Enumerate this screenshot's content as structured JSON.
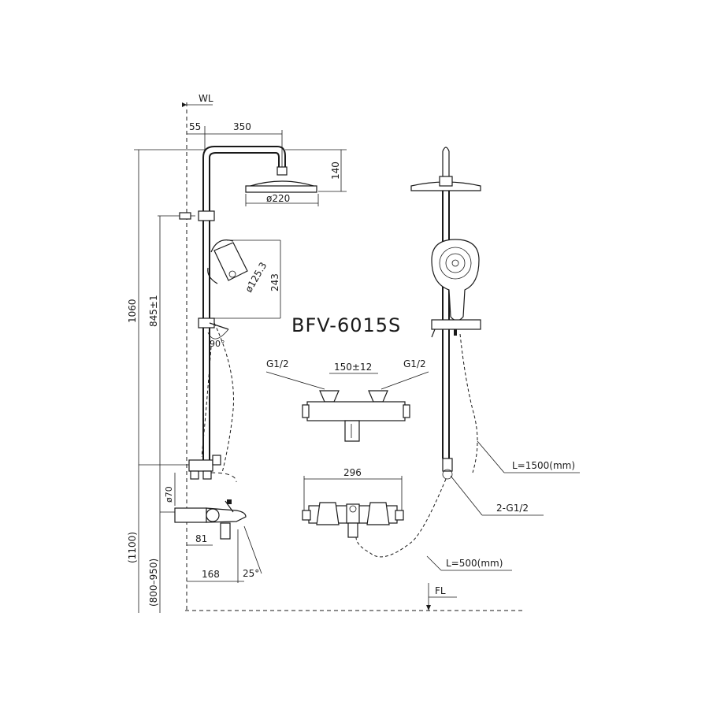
{
  "labels": {
    "wl": "WL",
    "fl": "FL",
    "model": "BFV-6015S",
    "dim_55": "55",
    "dim_350": "350",
    "dim_140": "140",
    "dim_220": "ø220",
    "dim_243": "243",
    "dim_125": "ø125.3",
    "dim_1060": "1060",
    "dim_845": "845±1",
    "dim_90deg": "90°",
    "dim_70": "ø70",
    "dim_1100": "(1100)",
    "dim_800_950": "(800–950)",
    "dim_81": "81",
    "dim_168": "168",
    "dim_25deg": "25°",
    "g_left": "G1/2",
    "g_right": "G1/2",
    "dim_150": "150±12",
    "dim_296": "296",
    "hose_1500": "L=1500(mm)",
    "hose_500": "L=500(mm)",
    "conn_2g": "2-G1/2"
  }
}
